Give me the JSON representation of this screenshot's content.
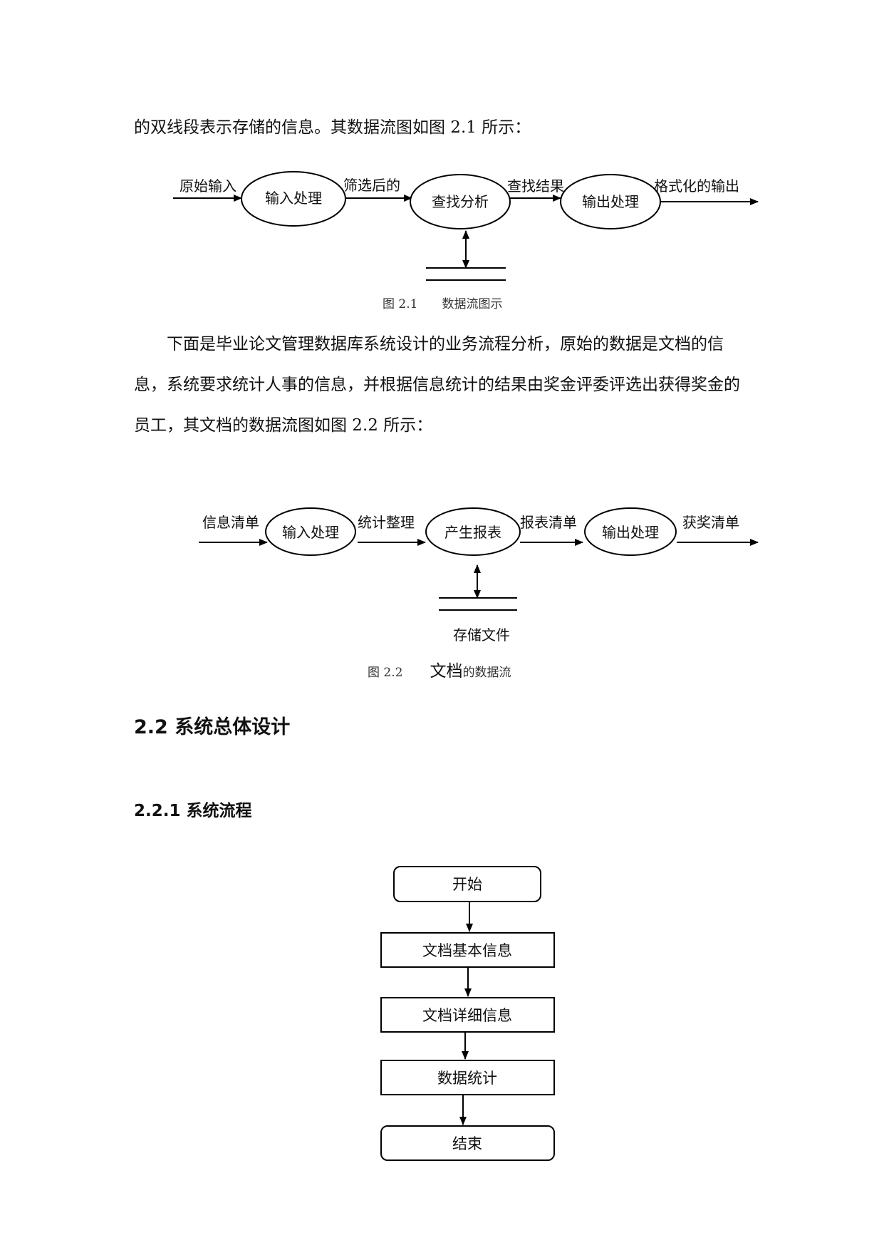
{
  "intro_line": "的双线段表示存储的信息。其数据流图如图 2.1 所示：",
  "fig1": {
    "input_label": "原始输入",
    "process1": "输入处理",
    "flow1": "筛选后的",
    "process2": "查找分析",
    "flow2": "查找结果",
    "process3": "输出处理",
    "output_label": "格式化的输出",
    "caption_num": "图 2.1",
    "caption_text": "数据流图示"
  },
  "paragraph2": "下面是毕业论文管理数据库系统设计的业务流程分析，原始的数据是文档的信息，系统要求统计人事的信息，并根据信息统计的结果由奖金评委评选出获得奖金的员工，其文档的数据流图如图 2.2 所示：",
  "fig2": {
    "input_label": "信息清单",
    "process1": "输入处理",
    "flow1": "统计整理",
    "process2": "产生报表",
    "flow2": "报表清单",
    "process3": "输出处理",
    "output_label": "获奖清单",
    "store_label": "存储文件",
    "caption_num": "图 2.2",
    "caption_text_big": "文档",
    "caption_text_small": "的数据流"
  },
  "section_heading": "2.2  系统总体设计",
  "subsection_heading": "2.2.1  系统流程",
  "flowchart": {
    "start": "开始",
    "step1": "文档基本信息",
    "step2": "文档详细信息",
    "step3": "数据统计",
    "end": "结束"
  }
}
